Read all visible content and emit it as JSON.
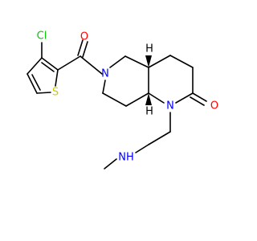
{
  "molecule": {
    "atoms": {
      "O_carbonyl": {
        "text": "O",
        "color": "#ff0000"
      },
      "Cl": {
        "text": "Cl",
        "color": "#00cc00"
      },
      "S": {
        "text": "S",
        "color": "#cccc00"
      },
      "N_ring": {
        "text": "N",
        "color": "#0000ff"
      },
      "N_lactam": {
        "text": "N",
        "color": "#0000ff"
      },
      "O_lactam": {
        "text": "O",
        "color": "#ff0000"
      },
      "NH": {
        "text": "NH",
        "color": "#0000ff"
      },
      "H_top": {
        "text": "H",
        "color": "#000000"
      },
      "H_bottom": {
        "text": "H",
        "color": "#000000"
      }
    }
  }
}
